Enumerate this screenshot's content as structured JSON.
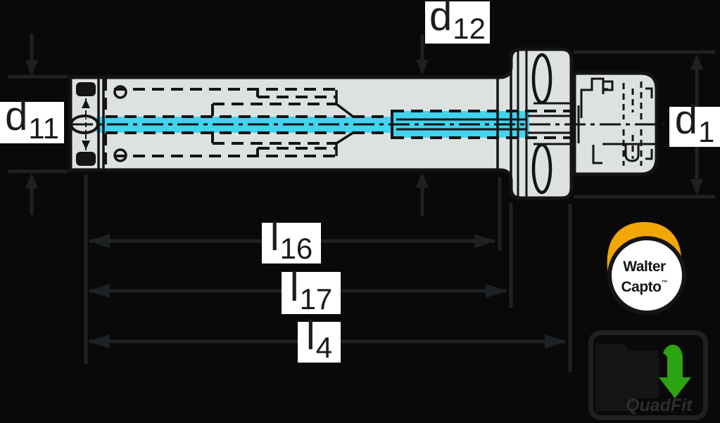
{
  "labels": {
    "d11": {
      "main": "d",
      "sub": "11"
    },
    "d12": {
      "main": "d",
      "sub": "12"
    },
    "d1": {
      "main": "d",
      "sub": "1"
    },
    "l16": {
      "main": "l",
      "sub": "16"
    },
    "l17": {
      "main": "l",
      "sub": "17"
    },
    "l4": {
      "main": "l",
      "sub": "4"
    }
  },
  "logos": {
    "walter_capto": {
      "line1": "Walter",
      "line2": "Capto",
      "trademark": "™"
    },
    "quadfit": {
      "label": "QuadFit"
    }
  },
  "colors": {
    "background": "#09090a",
    "body_fill": "#dde2e1",
    "outline_black": "#141414",
    "dimension_line": "#1e2123",
    "coolant_cyan": "#41d3f0",
    "logo_orange": "#f2a705",
    "arrow_green": "#2da212",
    "label_background": "#ffffff",
    "label_text": "#1b1b1b"
  }
}
